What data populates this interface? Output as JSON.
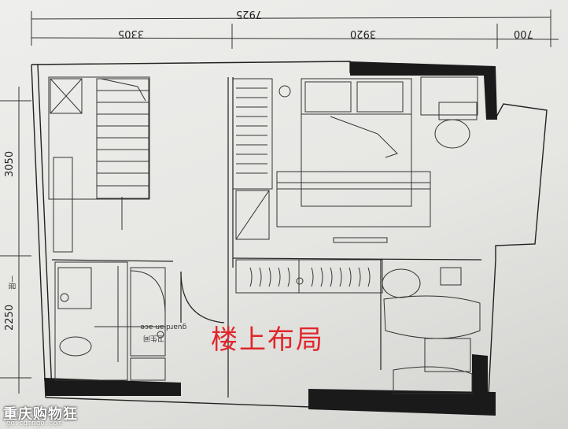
{
  "plan": {
    "title": "楼上布局",
    "dimensions": {
      "top_total": "7925",
      "top_segments": [
        "3305",
        "3920",
        "700"
      ],
      "left_segments": [
        "3050",
        "2250"
      ]
    },
    "notes": {
      "vertical_label": "一层",
      "bath_label_1": "guardian ace",
      "bath_label_2": "卫生间"
    }
  },
  "watermark": {
    "name": "重庆购物狂",
    "url": "go.cqmmgo.com"
  },
  "colors": {
    "title": "#e0262b",
    "wall": "#1a1a1a",
    "line": "#333333"
  }
}
